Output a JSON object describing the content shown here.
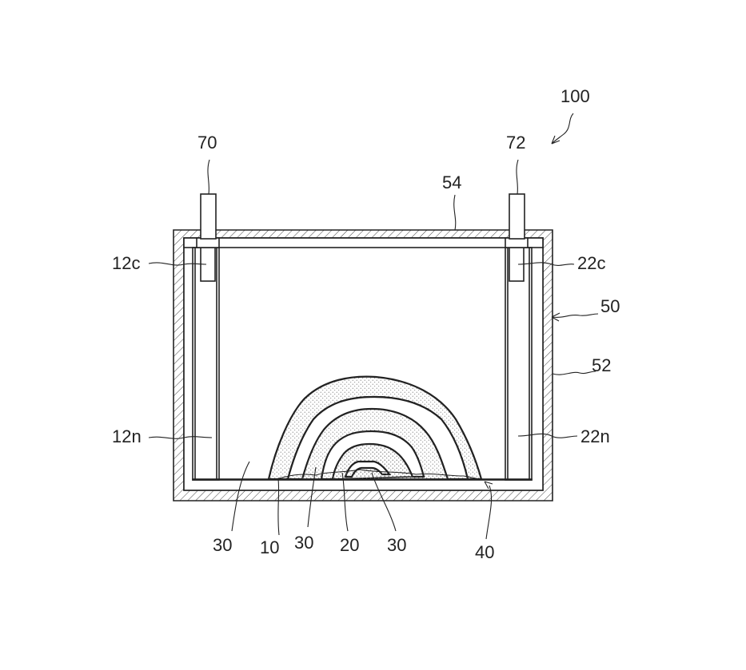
{
  "labels": {
    "assembly": "100",
    "terminal_left": "70",
    "terminal_right": "72",
    "lid": "54",
    "collector_left": "12c",
    "collector_right": "22c",
    "case": "50",
    "case_wall": "52",
    "neg_left": "12n",
    "neg_right": "22n",
    "electrolyte_a": "30",
    "electrode_1": "10",
    "electrolyte_b": "30",
    "electrode_2": "20",
    "electrolyte_c": "30",
    "bottom": "40"
  }
}
